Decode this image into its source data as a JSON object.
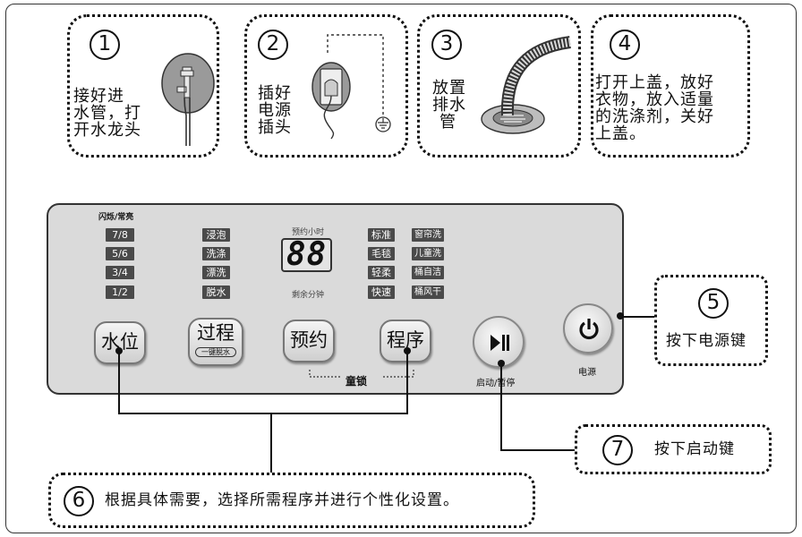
{
  "steps": [
    {
      "number": "1",
      "lines": [
        "接好进",
        "水管，打",
        "开水龙头"
      ]
    },
    {
      "number": "2",
      "lines": [
        "插好",
        "电源",
        "插头"
      ]
    },
    {
      "number": "3",
      "lines": [
        "放置",
        "排水",
        "管"
      ]
    },
    {
      "number": "4",
      "lines": [
        "打开上盖，放好",
        "衣物，放入适量",
        "的洗涤剂，关好",
        "上盖。"
      ]
    },
    {
      "number": "5",
      "text": "按下电源键"
    },
    {
      "number": "6",
      "text": "根据具体需要，选择所需程序并进行个性化设置。"
    },
    {
      "number": "7",
      "text": "按下启动键"
    }
  ],
  "panel": {
    "flash_label": "闪烁/常亮",
    "water_levels": [
      "7/8",
      "5/6",
      "3/4",
      "1/2"
    ],
    "processes": [
      "浸泡",
      "洗涤",
      "漂洗",
      "脱水"
    ],
    "timer_top": "预约小时",
    "display": "88",
    "timer_bottom": "剩余分钟",
    "programs_left": [
      "标准",
      "毛毯",
      "轻柔",
      "快速"
    ],
    "programs_right": [
      "窗帘洗",
      "儿童洗",
      "桶自洁",
      "桶风干"
    ],
    "buttons": {
      "water_level": "水位",
      "process": "过程",
      "process_sub": "一键脱水",
      "delay": "预约",
      "program": "程序"
    },
    "child_lock": "童锁",
    "start_pause_label": "启动/暂停",
    "power_label": "电源"
  },
  "icons": {
    "faucet": "faucet-icon",
    "plug": "plug-icon",
    "ground": "ground-icon",
    "drain_hose": "drain-hose-icon",
    "play_pause": "play-pause-icon",
    "power": "power-icon"
  }
}
